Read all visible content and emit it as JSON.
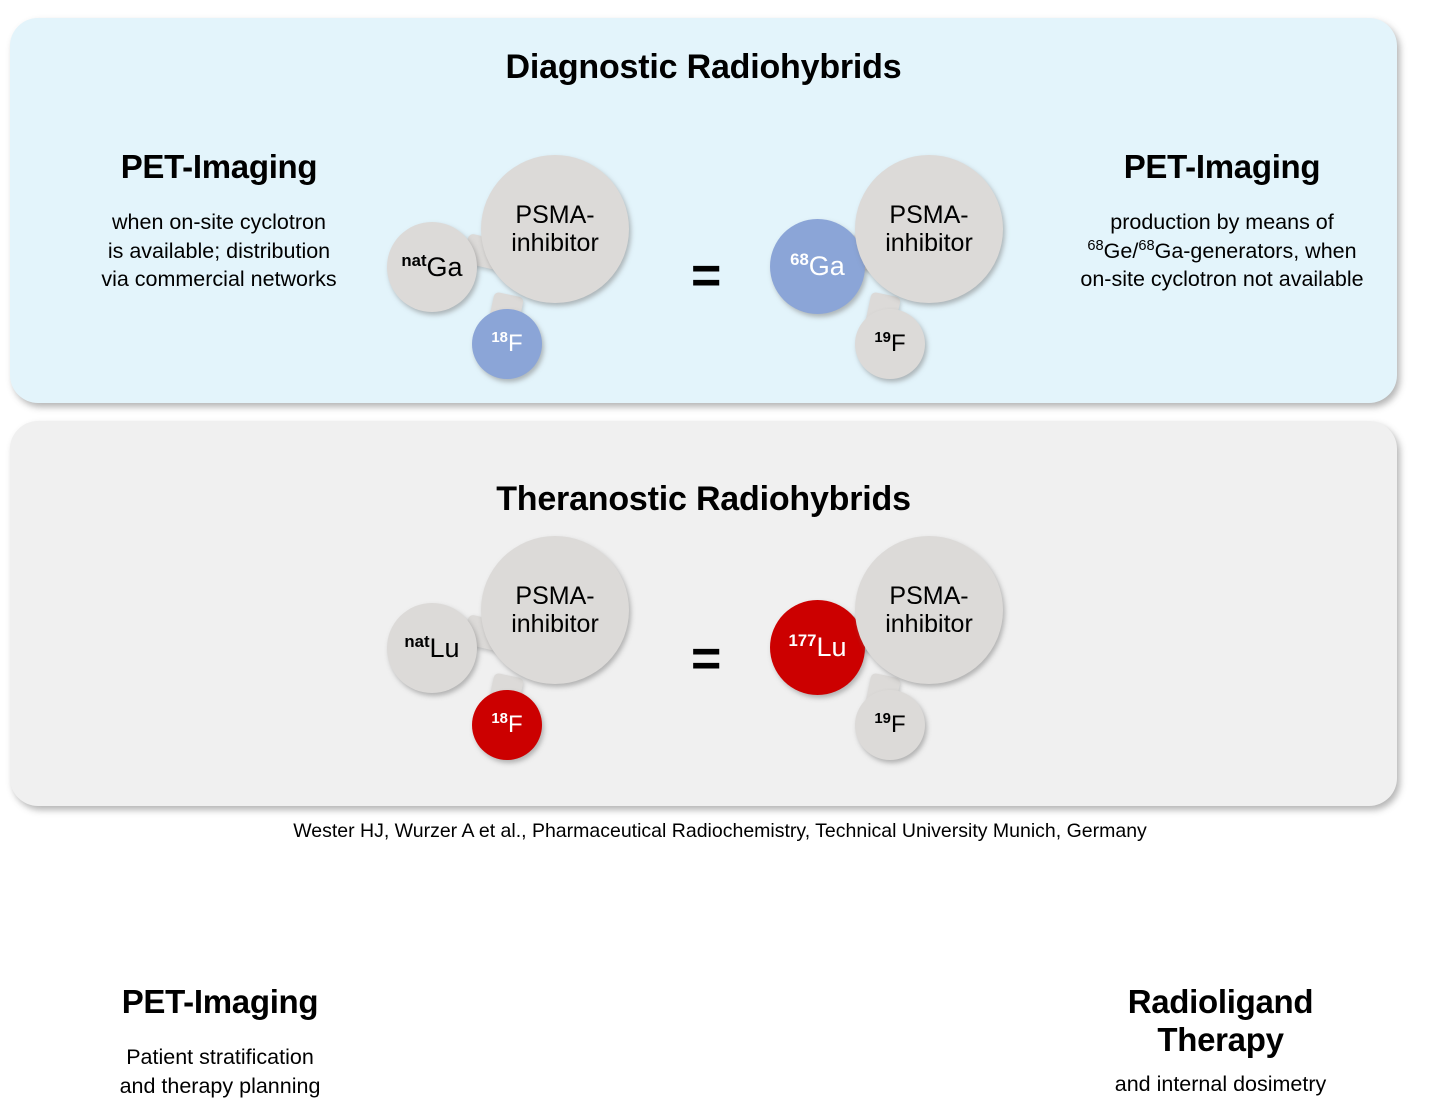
{
  "figure": {
    "footer": "Wester HJ, Wurzer A et al., Pharmaceutical Radiochemistry, Technical University Munich, Germany"
  },
  "panels": {
    "diagnostic": {
      "title": "Diagnostic Radiohybrids",
      "background_color": "#e3f4fb",
      "left_block": {
        "heading": "PET-Imaging",
        "body_line1": "when on-site cyclotron",
        "body_line2": "is available; distribution",
        "body_line3": "via commercial networks"
      },
      "right_block": {
        "heading": "PET-Imaging",
        "body_line1": "production by means of",
        "body_line2_pre": "",
        "body_line2_sup1": "68",
        "body_line2_mid": "Ge/",
        "body_line2_sup2": "68",
        "body_line2_post": "Ga-generators, when",
        "body_line3": "on-site cyclotron not available"
      },
      "equals_sign": "=",
      "left_molecule": {
        "core": {
          "line1": "PSMA-",
          "line2": "inhibitor",
          "color": "#dcdad8"
        },
        "metal": {
          "sup": "nat",
          "element": "Ga",
          "color": "#dcdad8"
        },
        "halogen": {
          "sup": "18",
          "element": "F",
          "color": "#8ba5d7"
        }
      },
      "right_molecule": {
        "core": {
          "line1": "PSMA-",
          "line2": "inhibitor",
          "color": "#dcdad8"
        },
        "metal": {
          "sup": "68",
          "element": "Ga",
          "color": "#8ba5d7"
        },
        "halogen": {
          "sup": "19",
          "element": "F",
          "color": "#dcdad8"
        }
      }
    },
    "theranostic": {
      "title": "Theranostic Radiohybrids",
      "background_color": "#f0f0f0",
      "left_block": {
        "heading": "PET-Imaging",
        "body_line1": "Patient stratification",
        "body_line2": "and therapy planning"
      },
      "right_block": {
        "heading_line1": "Radioligand",
        "heading_line2": "Therapy",
        "body_line1": "and internal dosimetry"
      },
      "equals_sign": "=",
      "left_molecule": {
        "core": {
          "line1": "PSMA-",
          "line2": "inhibitor",
          "color": "#dcdad8"
        },
        "metal": {
          "sup": "nat",
          "element": "Lu",
          "color": "#dcdad8"
        },
        "halogen": {
          "sup": "18",
          "element": "F",
          "color": "#cc0000"
        }
      },
      "right_molecule": {
        "core": {
          "line1": "PSMA-",
          "line2": "inhibitor",
          "color": "#dcdad8"
        },
        "metal": {
          "sup": "177",
          "element": "Lu",
          "color": "#cc0000"
        },
        "halogen": {
          "sup": "19",
          "element": "F",
          "color": "#dcdad8"
        }
      }
    }
  },
  "colors": {
    "blue_isotope": "#8ba5d7",
    "red_isotope": "#cc0000",
    "grey_node": "#dcdad8",
    "diagnostic_panel": "#e3f4fb",
    "theranostic_panel": "#f0f0f0"
  }
}
